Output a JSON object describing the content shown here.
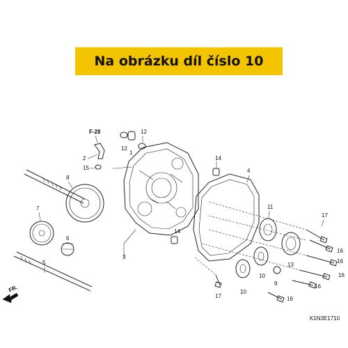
{
  "banner": {
    "text": "Na obrázku díl číslo 10"
  },
  "reference": {
    "page_ref": "F-28"
  },
  "diagram_code": "K1N3E1710",
  "direction": {
    "label": "FR."
  },
  "callouts": {
    "c1": "1",
    "c2": "2",
    "c3": "3",
    "c4": "4",
    "c5": "5",
    "c6": "6",
    "c7": "7",
    "c8": "8",
    "c9": "9",
    "c10a": "10",
    "c10b": "10",
    "c11": "11",
    "c12a": "12",
    "c12b": "12",
    "c13": "13",
    "c14a": "14",
    "c14b": "14",
    "c15": "15",
    "c16a": "16",
    "c16b": "16",
    "c16c": "16",
    "c16d": "16",
    "c16e": "16",
    "c17a": "17",
    "c17b": "17"
  },
  "colors": {
    "banner": "#f5c400",
    "line": "#222222"
  }
}
